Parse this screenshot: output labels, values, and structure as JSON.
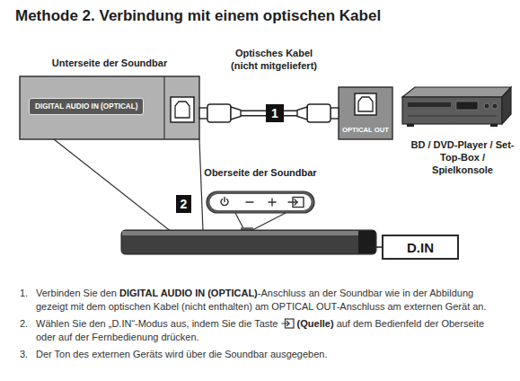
{
  "diagram": {
    "title": "Methode 2. Verbindung mit einem optischen Kabel",
    "nodes": [
      {
        "text": [
          "Unterseite der Soundbar"
        ]
      },
      {
        "text": [
          "DIGITAL AUDIO IN (OPTICAL)"
        ],
        "in": 0
      },
      {
        "text": [
          "OPTICAL OUT"
        ]
      },
      {
        "text": [
          "Oberseite der Soundbar"
        ]
      },
      {
        "text": [
          "D.IN"
        ]
      }
    ],
    "edges": [
      {
        "from": 0,
        "to": 2,
        "arrow": "none"
      }
    ],
    "labels": [
      "Optisches Kabel (nicht mitgeliefert)",
      "1",
      "BD / DVD-Player / Set-Top-Box / Spielkonsole",
      "2",
      "1.",
      "Verbinden Sie den",
      "DIGITAL AUDIO IN (OPTICAL)",
      "-Anschluss an der Soundbar wie in der Abbildung gezeigt mit dem optischen Kabel (nicht enthalten) am OPTICAL OUT-Anschluss am externen Gerät an.",
      "2.",
      "Wählen Sie den „D.IN“-Modus aus, indem Sie die Taste",
      "(Quelle)",
      "auf dem Bedienfeld der Oberseite oder auf der Fernbedienung drücken.",
      "3.",
      "Der Ton des externen Geräts wird über die Soundbar ausgegeben."
    ]
  }
}
